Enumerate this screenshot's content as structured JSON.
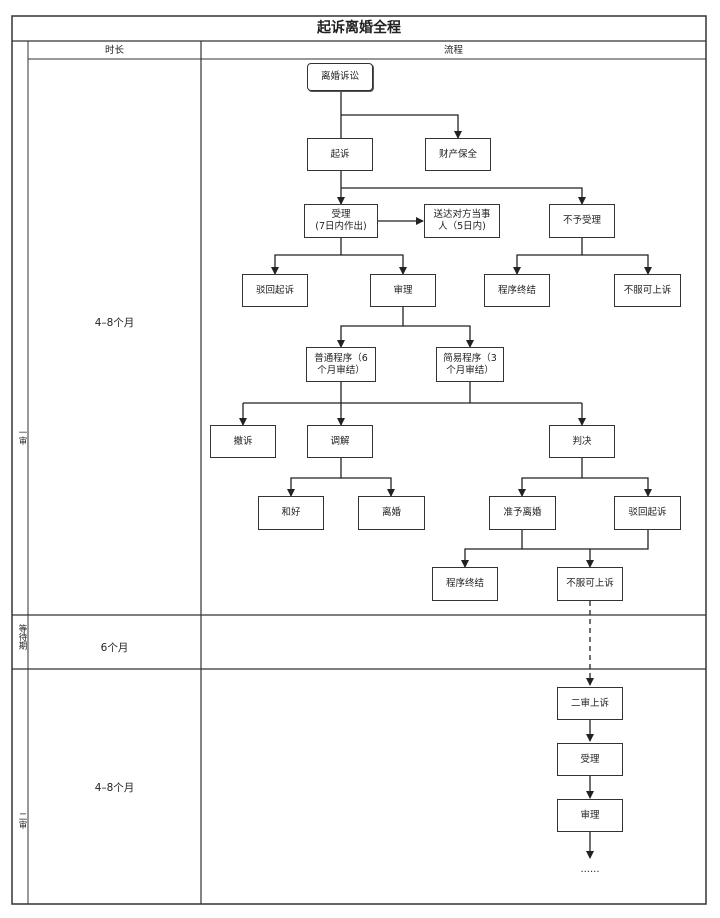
{
  "title": "起诉离婚全程",
  "header": {
    "duration": "时长",
    "process": "流程"
  },
  "rows": {
    "first_trial": {
      "stage": "一审",
      "duration": "4–8个月"
    },
    "waiting": {
      "stage": "等待期",
      "duration": "6个月"
    },
    "second_trial": {
      "stage": "二审",
      "duration": "4–8个月"
    }
  },
  "nodes": {
    "divorce_lawsuit": "离婚诉讼",
    "sue": "起诉",
    "property_preservation": "财产保全",
    "accept": "受理\n(7日内作出)",
    "serve_parties": "送达对方当事\n人（5日内)",
    "reject_accept": "不予受理",
    "dismiss_suit_1": "驳回起诉",
    "trial": "审理",
    "procedure_end_1": "程序终结",
    "appeal_1": "不服可上诉",
    "ordinary_procedure": "普通程序（6\n个月审结）",
    "simple_procedure": "简易程序（3\n个月审结）",
    "withdraw": "撤诉",
    "mediate": "调解",
    "judgment": "判决",
    "reconcile": "和好",
    "divorce": "离婚",
    "grant_divorce": "准予离婚",
    "dismiss_suit_2": "驳回起诉",
    "procedure_end_2": "程序终结",
    "appeal_2": "不服可上诉",
    "second_appeal": "二审上诉",
    "accept_2": "受理",
    "trial_2": "审理"
  },
  "ellipsis": "......"
}
